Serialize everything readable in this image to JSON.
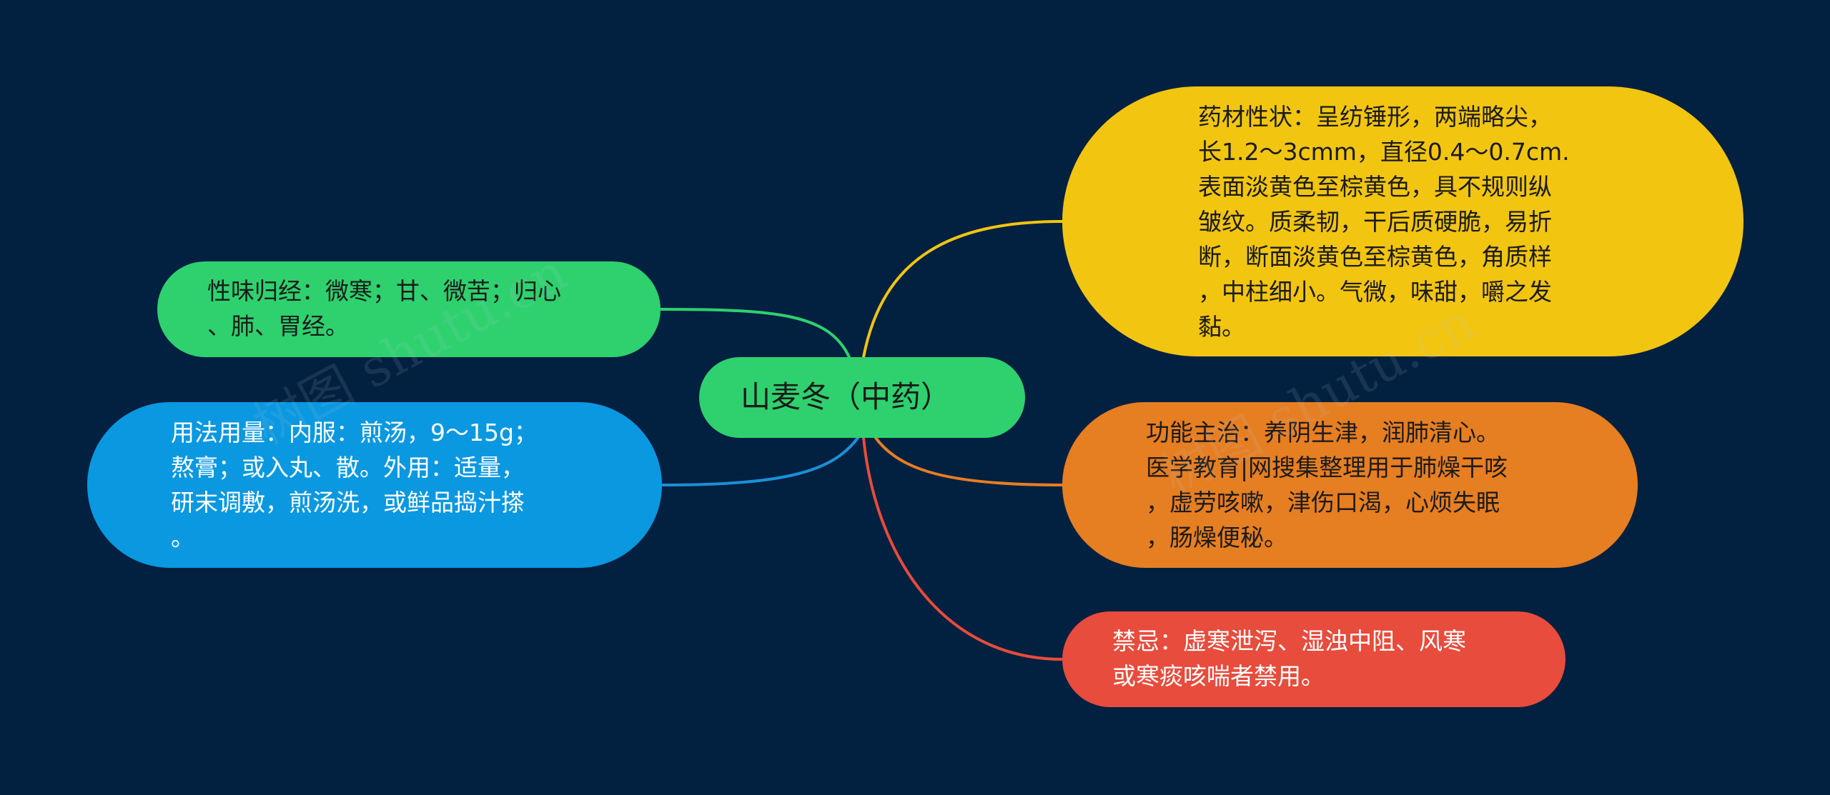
{
  "mindmap": {
    "center": {
      "label": "山麦冬（中药）",
      "color": "#2ed16e"
    },
    "branches": {
      "xingwei": {
        "lines": [
          "性味归经：微寒；甘、微苦；归心",
          "、肺、胃经。"
        ],
        "color": "#2ed16e",
        "link_color": "#2ed16e"
      },
      "yongfa": {
        "lines": [
          "用法用量：内服：煎汤，9～15g；",
          "熬膏；或入丸、散。外用：适量，",
          "研末调敷，煎汤洗，或鲜品捣汁搽",
          "。"
        ],
        "color": "#0a98e0",
        "link_color": "#1b8fd6"
      },
      "yaocai": {
        "lines": [
          "药材性状：呈纺锤形，两端略尖，",
          "长1.2～3cmm，直径0.4～0.7cm.",
          "表面淡黄色至棕黄色，具不规则纵",
          "皱纹。质柔韧，干后质硬脆，易折",
          "断，断面淡黄色至棕黄色，角质样",
          "，中柱细小。气微，味甜，嚼之发",
          "黏。"
        ],
        "color": "#f2c511",
        "link_color": "#f2c511"
      },
      "gongneng": {
        "lines": [
          "功能主治：养阴生津，润肺清心。",
          "医学教育|网搜集整理用于肺燥干咳",
          "，虚劳咳嗽，津伤口渴，心烦失眠",
          "，肠燥便秘。"
        ],
        "color": "#e67e22",
        "link_color": "#e67e22"
      },
      "jinji": {
        "lines": [
          "禁忌：虚寒泄泻、湿浊中阻、风寒",
          "或寒痰咳喘者禁用。"
        ],
        "color": "#e74c3c",
        "link_color": "#e74c3c"
      }
    }
  },
  "watermark": "树图 shutu.cn"
}
